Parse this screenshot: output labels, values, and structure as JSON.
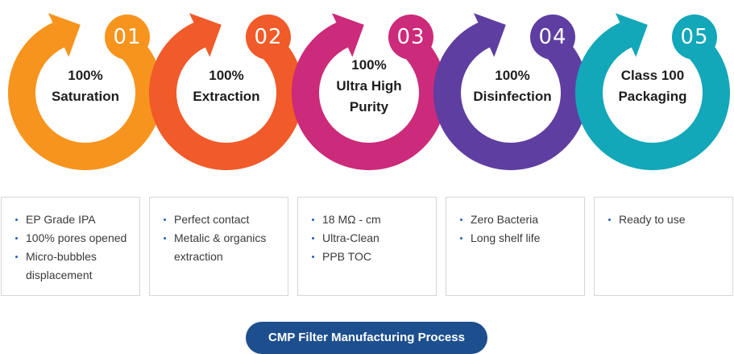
{
  "stages": [
    {
      "number": "01",
      "title_lines": [
        "100%",
        "Saturation"
      ],
      "color": "#f7941d",
      "bullets": [
        "EP Grade IPA",
        "100% pores opened",
        "Micro-bubbles",
        "displacement"
      ]
    },
    {
      "number": "02",
      "title_lines": [
        "100%",
        "Extraction"
      ],
      "color": "#f15a29",
      "bullets": [
        "Perfect contact",
        "Metalic & organics",
        "extraction"
      ]
    },
    {
      "number": "03",
      "title_lines": [
        "100%",
        "Ultra High",
        "Purity"
      ],
      "color": "#cc2a7a",
      "bullets": [
        "18 MΩ - cm",
        "Ultra-Clean",
        "PPB TOC"
      ]
    },
    {
      "number": "04",
      "title_lines": [
        "100%",
        "Disinfection"
      ],
      "color": "#5e3ea1",
      "bullets": [
        "Zero Bacteria",
        "Long shelf life"
      ]
    },
    {
      "number": "05",
      "title_lines": [
        "Class 100",
        "Packaging"
      ],
      "color": "#12a7b9",
      "bullets": [
        "Ready to use"
      ]
    }
  ],
  "footer": {
    "button_label": "CMP Filter Manufacturing Process"
  },
  "colors": {
    "button": "#1d4f8f",
    "bullet": "#1f5fbf"
  }
}
